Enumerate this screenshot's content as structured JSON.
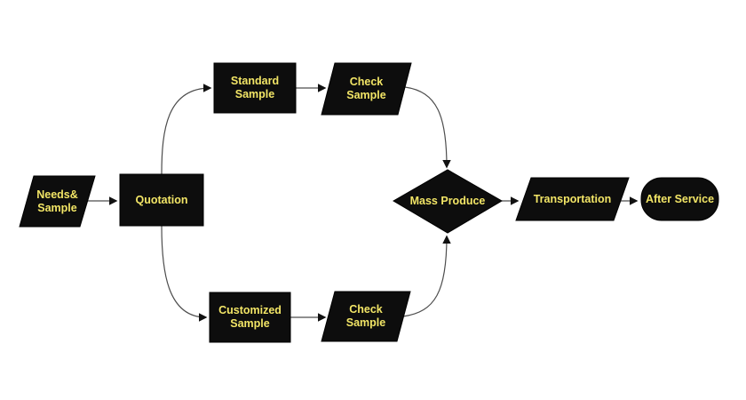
{
  "diagram": {
    "type": "flowchart",
    "background": "#ffffff",
    "colors": {
      "node_fill": "#0d0d0d",
      "node_border": "#000000",
      "label_text": "#f2e566",
      "connector": "#4d4d4d",
      "arrowhead": "#111111"
    },
    "nodes": [
      {
        "id": "needs-sample",
        "shape": "parallelogram",
        "label": "Needs&\nSample"
      },
      {
        "id": "quotation",
        "shape": "rectangle",
        "label": "Quotation"
      },
      {
        "id": "standard-sample",
        "shape": "rectangle",
        "label": "Standard\nSample"
      },
      {
        "id": "check-sample-top",
        "shape": "parallelogram",
        "label": "Check\nSample"
      },
      {
        "id": "customized-sample",
        "shape": "rectangle",
        "label": "Customized\nSample"
      },
      {
        "id": "check-sample-bottom",
        "shape": "parallelogram",
        "label": "Check\nSample"
      },
      {
        "id": "mass-produce",
        "shape": "diamond",
        "label": "Mass Produce"
      },
      {
        "id": "transportation",
        "shape": "parallelogram",
        "label": "Transportation"
      },
      {
        "id": "after-service",
        "shape": "terminator",
        "label": "After Service"
      }
    ],
    "edges": [
      {
        "from": "needs-sample",
        "to": "quotation"
      },
      {
        "from": "quotation",
        "to": "standard-sample"
      },
      {
        "from": "quotation",
        "to": "customized-sample"
      },
      {
        "from": "standard-sample",
        "to": "check-sample-top"
      },
      {
        "from": "customized-sample",
        "to": "check-sample-bottom"
      },
      {
        "from": "check-sample-top",
        "to": "mass-produce"
      },
      {
        "from": "check-sample-bottom",
        "to": "mass-produce"
      },
      {
        "from": "mass-produce",
        "to": "transportation"
      },
      {
        "from": "transportation",
        "to": "after-service"
      }
    ]
  }
}
